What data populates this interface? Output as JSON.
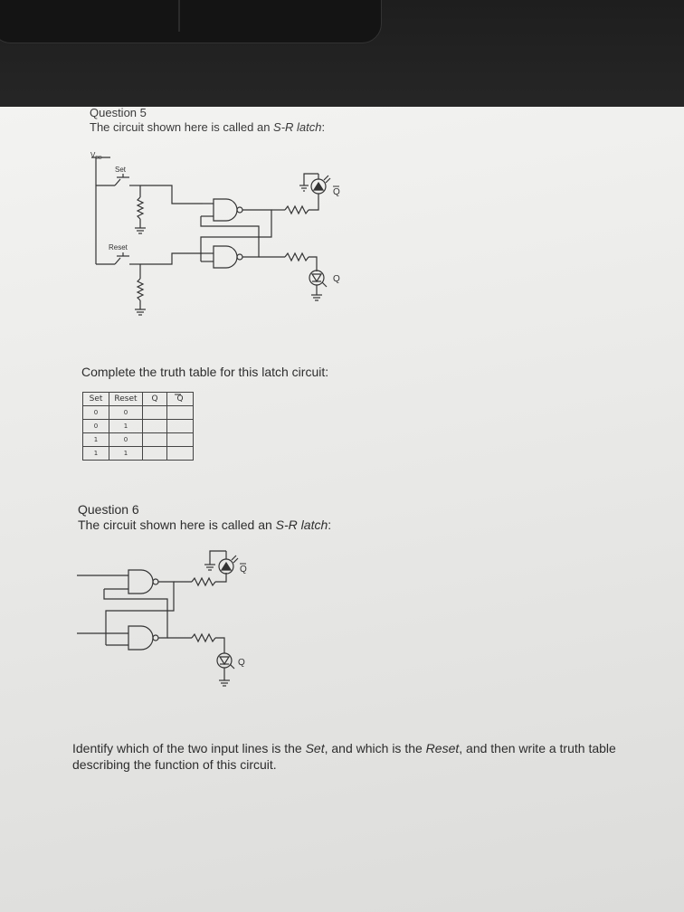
{
  "question5": {
    "title": "Question 5",
    "sub_prefix": "The circuit shown here is called an ",
    "sub_italic": "S-R latch",
    "sub_suffix": ":"
  },
  "circuit5": {
    "vdd_label": "V",
    "vdd_sub": "DD",
    "set_label": "Set",
    "reset_label": "Reset",
    "q_label": "Q",
    "qbar_label": "Q"
  },
  "complete_text": "Complete the truth table for this latch circuit:",
  "truth_table": {
    "headers": [
      "Set",
      "Reset",
      "Q",
      "Q"
    ],
    "rows": [
      [
        "0",
        "0",
        "",
        ""
      ],
      [
        "0",
        "1",
        "",
        ""
      ],
      [
        "1",
        "0",
        "",
        ""
      ],
      [
        "1",
        "1",
        "",
        ""
      ]
    ]
  },
  "question6": {
    "title": "Question 6",
    "sub_prefix": "The circuit shown here is called an ",
    "sub_italic": "S-R latch",
    "sub_suffix": ":"
  },
  "circuit6": {
    "q_label": "Q",
    "qbar_label": "Q"
  },
  "identify": {
    "p1": "Identify which of the two input lines is the ",
    "set": "Set",
    "p2": ", and which is the ",
    "reset": "Reset",
    "p3": ", and then write a truth table describing the function of this circuit."
  }
}
